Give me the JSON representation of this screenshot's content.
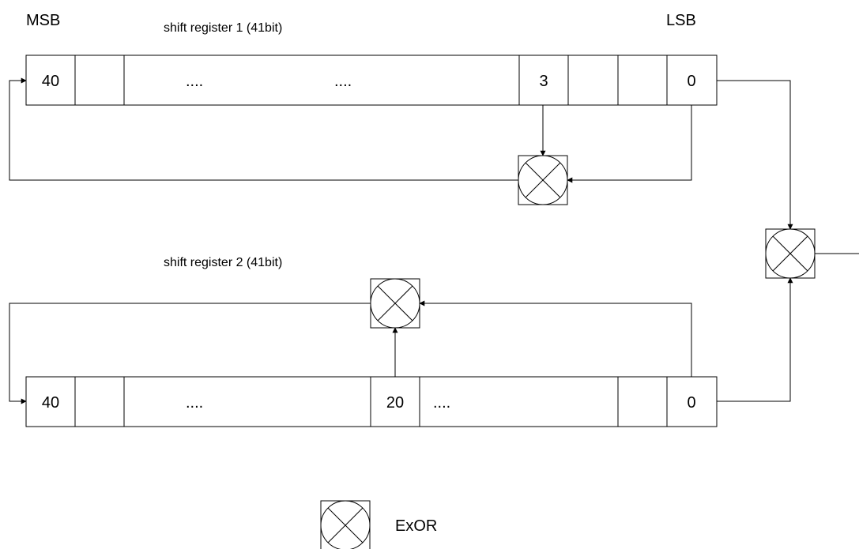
{
  "labels": {
    "msb": "MSB",
    "lsb": "LSB",
    "register1_title": "shift register 1 (41bit)",
    "register2_title": "shift register 2 (41bit)",
    "legend_text": "ExOR"
  },
  "register1": {
    "cells": [
      "40",
      "",
      "....",
      "....",
      "3",
      "",
      "",
      "0"
    ]
  },
  "register2": {
    "cells": [
      "40",
      "",
      "....",
      "20",
      "....",
      "",
      "0"
    ]
  }
}
